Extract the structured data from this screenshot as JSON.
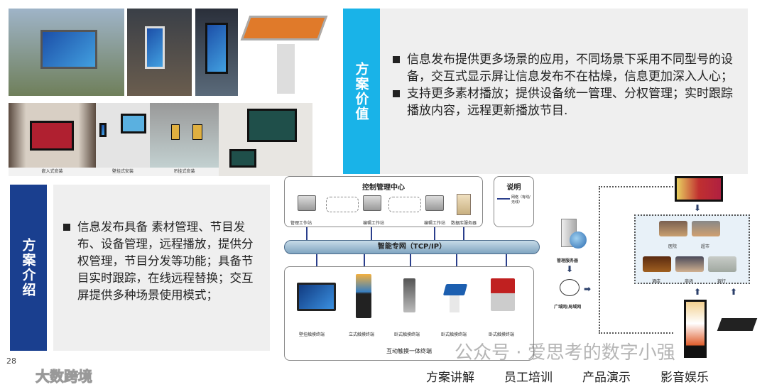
{
  "photos": {
    "captions": [
      "嵌入式安装",
      "壁挂式安装",
      "吊挂式安装"
    ]
  },
  "value_section": {
    "label": "方案价值",
    "bullets": [
      "信息发布提供更多场景的应用，不同场景下采用不同型号的设备，交互式显示屏让信息发布不在枯燥，信息更加深入人心；",
      "支持更多素材播放；提供设备统一管理、分权管理；实时跟踪播放内容，远程更新播放节目."
    ]
  },
  "intro_section": {
    "label": "方案介绍",
    "bullets": [
      "信息发布具备 素材管理、节目发布、设备管理，远程播放，提供分权管理，节目分发等功能；具备节目实时跟踪，在线远程替换；交互屏提供多种场景使用模式；"
    ]
  },
  "diagram": {
    "control_center": "控制管理中心",
    "nodes": [
      "管理工作站",
      "编辑工作站",
      "编辑工作站",
      "数据库服务器"
    ],
    "legend_title": "说明",
    "legend_item": "网络（有线/无线）",
    "network": "智能专网（TCP/IP）",
    "terminals": [
      "壁挂触摸终端",
      "立式触摸终端",
      "卧式触摸终端",
      "卧式触摸终端",
      "卧式触摸终端"
    ],
    "terminals_title": "互动触摸一体终端"
  },
  "deployment": {
    "server": "管理服务器",
    "wan": "广域网/局域网",
    "venues": [
      "医院",
      "超市",
      "酒店",
      "商场",
      "银行"
    ]
  },
  "footer": {
    "page": "28",
    "logo": "大数跨境",
    "watermark": "公众号 · 爱思考的数字小强",
    "tags": [
      "方案讲解",
      "员工培训",
      "产品演示",
      "影音娱乐"
    ]
  },
  "colors": {
    "accent_blue": "#1a3f8f",
    "cyan_bar": "#19b3e8",
    "panel_gray": "#efefef"
  }
}
